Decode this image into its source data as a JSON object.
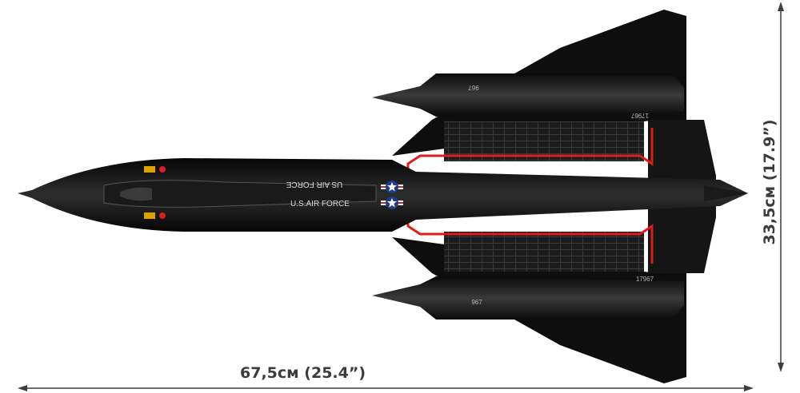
{
  "dimensions": {
    "width_label": "67,5см (25.4”)",
    "height_label": "33,5см (17.9”)"
  },
  "markings": {
    "air_force_upper": "US AIR FORCE",
    "air_force_lower": "U.S.AIR FORCE",
    "nacelle_number_top": "967",
    "nacelle_number_bottom": "967",
    "tail_number_top": "17967",
    "tail_number_bottom": "17967"
  },
  "colors": {
    "fuselage": "#0d0d0d",
    "panel": "#2a2a2a",
    "red_stripe": "#e01b1b",
    "insignia_blue": "#1e3a8a",
    "dimension_line": "#3c3c3c"
  }
}
